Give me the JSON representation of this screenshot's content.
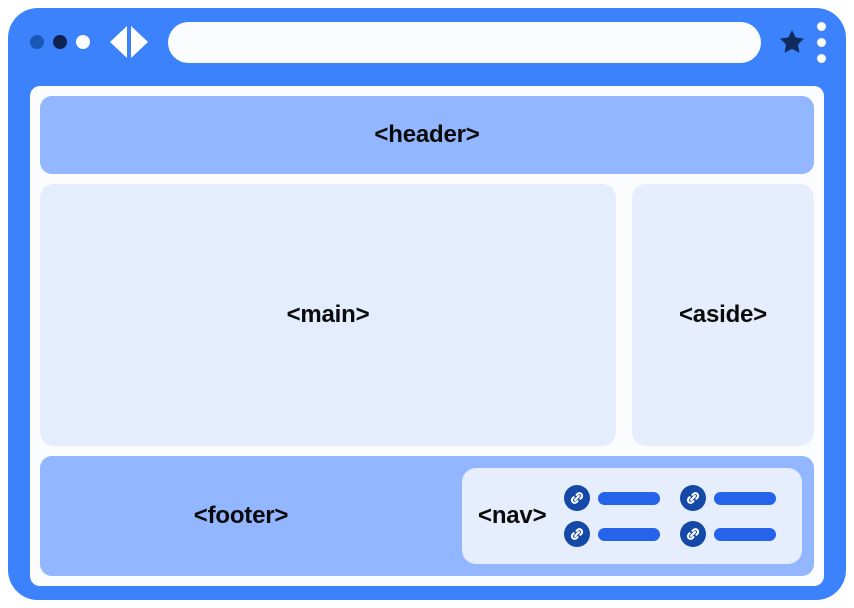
{
  "browser": {
    "traffic_lights": [
      {
        "name": "dot-blue",
        "color": "#1a58b5"
      },
      {
        "name": "dot-navy",
        "color": "#0d2250"
      },
      {
        "name": "dot-white",
        "color": "#fbfcff"
      }
    ],
    "back_icon": "back-triangle-icon",
    "forward_icon": "forward-triangle-icon",
    "url_value": "",
    "url_placeholder": "",
    "bookmark_icon": "star-icon",
    "menu_icon": "kebab-menu-icon",
    "frame_color": "#3b82fc"
  },
  "page": {
    "background": "#fbfcfe",
    "header": {
      "label": "<header>",
      "color": "#92b6ff"
    },
    "main": {
      "label": "<main>",
      "color": "#e3edfd"
    },
    "aside": {
      "label": "<aside>",
      "color": "#e6eefd"
    },
    "footer": {
      "label": "<footer>",
      "color": "#92b6ff"
    },
    "nav": {
      "label": "<nav>",
      "color": "#e6eefd",
      "accent": "#2563eb",
      "icon_circle": "#1549a8",
      "links": [
        {
          "icon": "link-chain-icon",
          "label": ""
        },
        {
          "icon": "link-chain-icon",
          "label": ""
        },
        {
          "icon": "link-chain-icon",
          "label": ""
        },
        {
          "icon": "link-chain-icon",
          "label": ""
        }
      ]
    }
  }
}
